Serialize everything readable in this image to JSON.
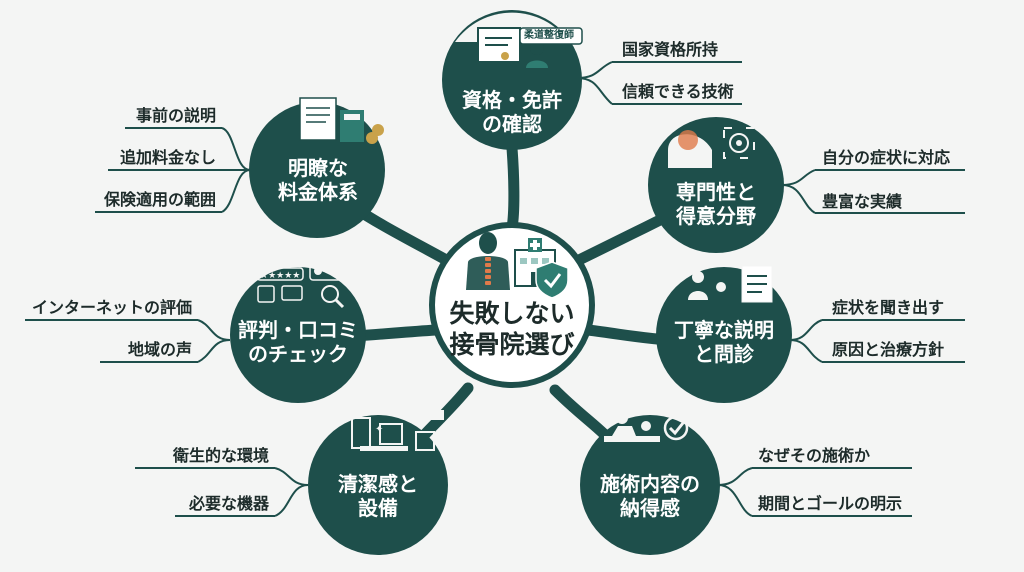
{
  "colors": {
    "primary": "#1e4f4b",
    "background": "#f4f5f4",
    "text": "#1d2b2a",
    "accent": "#2f7d72"
  },
  "center": {
    "title": "失敗しない\n接骨院選び",
    "icons": [
      "spine-icon",
      "clinic-building-icon",
      "shield-check-icon"
    ]
  },
  "branches": [
    {
      "title": "資格・免許\nの確認",
      "icon": "certificate-icon",
      "badge": "柔道整復師",
      "items": [
        "国家資格所持",
        "信頼できる技術"
      ]
    },
    {
      "title": "専門性と\n得意分野",
      "icon": "target-icon",
      "items": [
        "自分の症状に対応",
        "豊富な実績"
      ]
    },
    {
      "title": "丁寧な説明\nと問診",
      "icon": "consultation-icon",
      "items": [
        "症状を聞き出す",
        "原因と治療方針"
      ]
    },
    {
      "title": "施術内容の\n納得感",
      "icon": "treatment-icon",
      "items": [
        "なぜその施術か",
        "期間とゴールの明示"
      ]
    },
    {
      "title": "清潔感と\n設備",
      "icon": "clinic-room-icon",
      "items": [
        "衛生的な環境",
        "必要な機器"
      ]
    },
    {
      "title": "評判・口コミ\nのチェック",
      "icon": "review-icon",
      "items": [
        "インターネットの評価",
        "地域の声"
      ]
    },
    {
      "title": "明瞭な\n料金体系",
      "icon": "receipt-calculator-icon",
      "items": [
        "事前の説明",
        "追加料金なし",
        "保険適用の範囲"
      ]
    }
  ]
}
